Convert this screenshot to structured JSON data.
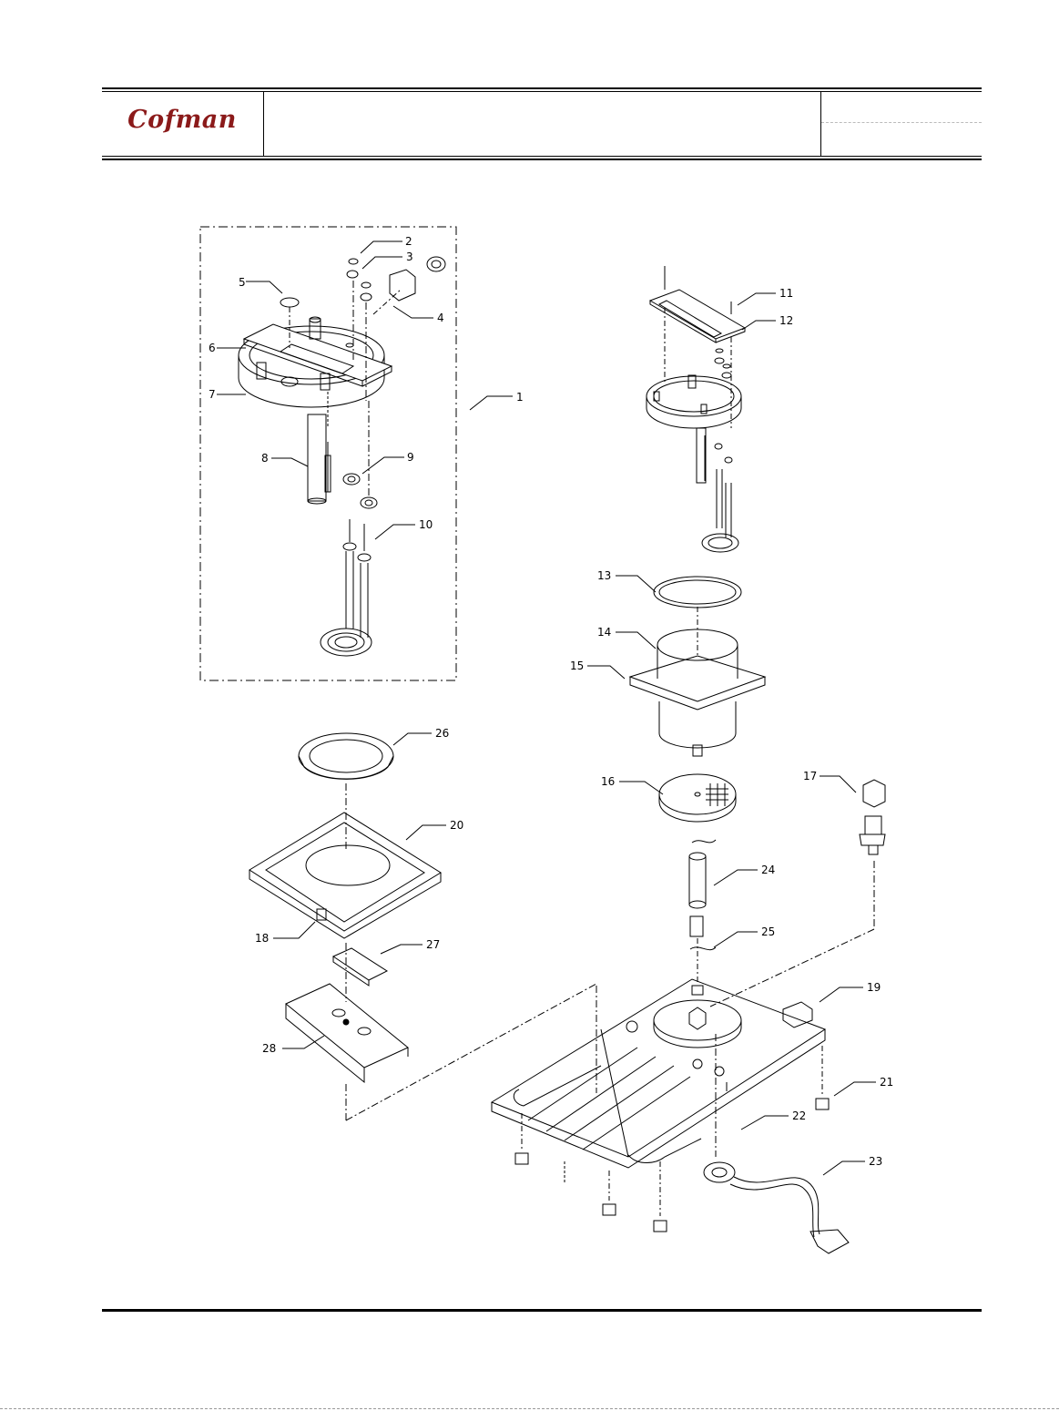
{
  "header": {
    "brand": "Cofman",
    "brand_color": "#8b1a1a"
  },
  "diagram": {
    "callouts": [
      "1",
      "2",
      "3",
      "4",
      "5",
      "6",
      "7",
      "8",
      "9",
      "10",
      "11",
      "12",
      "13",
      "14",
      "15",
      "16",
      "17",
      "18",
      "19",
      "20",
      "21",
      "22",
      "23",
      "24",
      "25",
      "26",
      "27",
      "28"
    ]
  }
}
